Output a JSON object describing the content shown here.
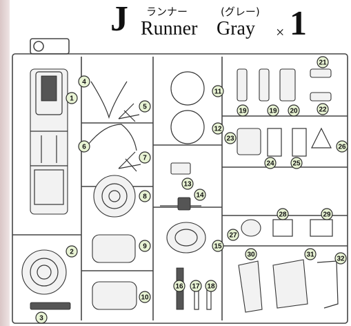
{
  "title": {
    "letter": "J",
    "jp_runner": "ランナー",
    "jp_color": "(グレー)",
    "runner": "Runner",
    "color": "Gray",
    "times": "×",
    "quantity": "1"
  },
  "parts": [
    {
      "id": "1",
      "label": "1"
    },
    {
      "id": "2",
      "label": "2"
    },
    {
      "id": "3",
      "label": "3"
    },
    {
      "id": "4",
      "label": "4"
    },
    {
      "id": "5",
      "label": "5"
    },
    {
      "id": "6",
      "label": "6"
    },
    {
      "id": "7",
      "label": "7"
    },
    {
      "id": "8",
      "label": "8"
    },
    {
      "id": "9",
      "label": "9"
    },
    {
      "id": "10",
      "label": "10"
    },
    {
      "id": "11",
      "label": "11"
    },
    {
      "id": "12",
      "label": "12"
    },
    {
      "id": "13",
      "label": "13"
    },
    {
      "id": "14",
      "label": "14"
    },
    {
      "id": "15",
      "label": "15"
    },
    {
      "id": "16",
      "label": "16"
    },
    {
      "id": "17",
      "label": "17"
    },
    {
      "id": "18",
      "label": "18"
    },
    {
      "id": "19a",
      "label": "19"
    },
    {
      "id": "19b",
      "label": "19"
    },
    {
      "id": "20",
      "label": "20"
    },
    {
      "id": "21",
      "label": "21"
    },
    {
      "id": "22",
      "label": "22"
    },
    {
      "id": "23",
      "label": "23"
    },
    {
      "id": "24",
      "label": "24"
    },
    {
      "id": "25",
      "label": "25"
    },
    {
      "id": "26",
      "label": "26"
    },
    {
      "id": "27",
      "label": "27"
    },
    {
      "id": "28",
      "label": "28"
    },
    {
      "id": "29",
      "label": "29"
    },
    {
      "id": "30",
      "label": "30"
    },
    {
      "id": "31",
      "label": "31"
    },
    {
      "id": "32",
      "label": "32"
    }
  ]
}
